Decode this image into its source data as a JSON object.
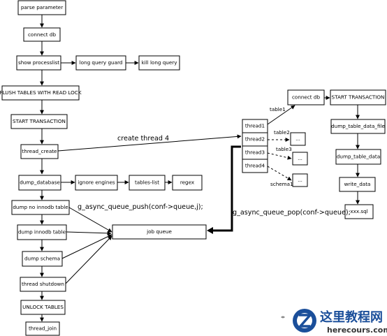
{
  "nodes": {
    "parse_parameter": "parse parameter",
    "connect_db": "connect db",
    "show_processlist": "show processlist",
    "long_query_guard": "long query guard",
    "kill_long_query": "kill long query",
    "flush_tables": "FLUSH TABLES WITH READ LOCK",
    "start_transaction": "START TRANSACTION",
    "thread_create": "thread_create",
    "dump_database": "dump_database",
    "ignore_engines": "ignore engines",
    "tables_list": "tables-list",
    "regex": "regex",
    "dump_no_innodb": "dump no innodb table",
    "dump_innodb": "dump innodb table",
    "dump_schema": "dump schema",
    "thread_shutdown": "thread shutdown",
    "unlock_tables": "UNLOCK TABLES",
    "thread_join": "thread_join",
    "job_queue": "job queue",
    "thread1": "thread1",
    "thread2": "thread2",
    "thread3": "thread3",
    "thread4": "thread4",
    "ellipsis": "...",
    "right_connect_db": "connect db",
    "right_start_transaction": "START TRANSACTION",
    "dump_table_data_file": "dump_table_data_file",
    "dump_table_data": "dump_table_data",
    "write_data": "write_data",
    "xxx_sql": "xxx.sql"
  },
  "annotations": {
    "create_thread": "create thread 4",
    "queue_push": "g_async_queue_push(conf->queue,j);",
    "queue_pop": "g_async_queue_pop(conf->queue);",
    "table1": "table1",
    "table2": "table2",
    "table3": "table3",
    "schema1": "schema1"
  },
  "watermark": {
    "site_name": "这里教程网",
    "url": "herecours.com"
  }
}
